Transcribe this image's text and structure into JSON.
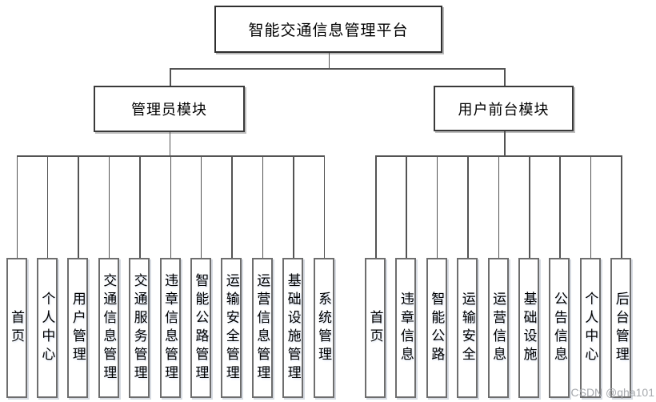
{
  "tree": {
    "root": "智能交通信息管理平台",
    "branches": [
      {
        "label": "管理员模块",
        "children": [
          "首页",
          "个人中心",
          "用户管理",
          "交通信息管理",
          "交通服务管理",
          "违章信息管理",
          "智能公路管理",
          "运输安全管理",
          "运营信息管理",
          "基础设施管理",
          "系统管理"
        ]
      },
      {
        "label": "用户前台模块",
        "children": [
          "首页",
          "违章信息",
          "智能公路",
          "运输安全",
          "运营信息",
          "基础设施",
          "公告信息",
          "个人中心",
          "后台管理"
        ]
      }
    ]
  },
  "watermark": "CSDN @qha101",
  "colors": {
    "line": "#545454",
    "leaf_border": "#6e6e6e",
    "node_border": "#2f2f2f",
    "watermark_text": "#a6a9ad"
  }
}
